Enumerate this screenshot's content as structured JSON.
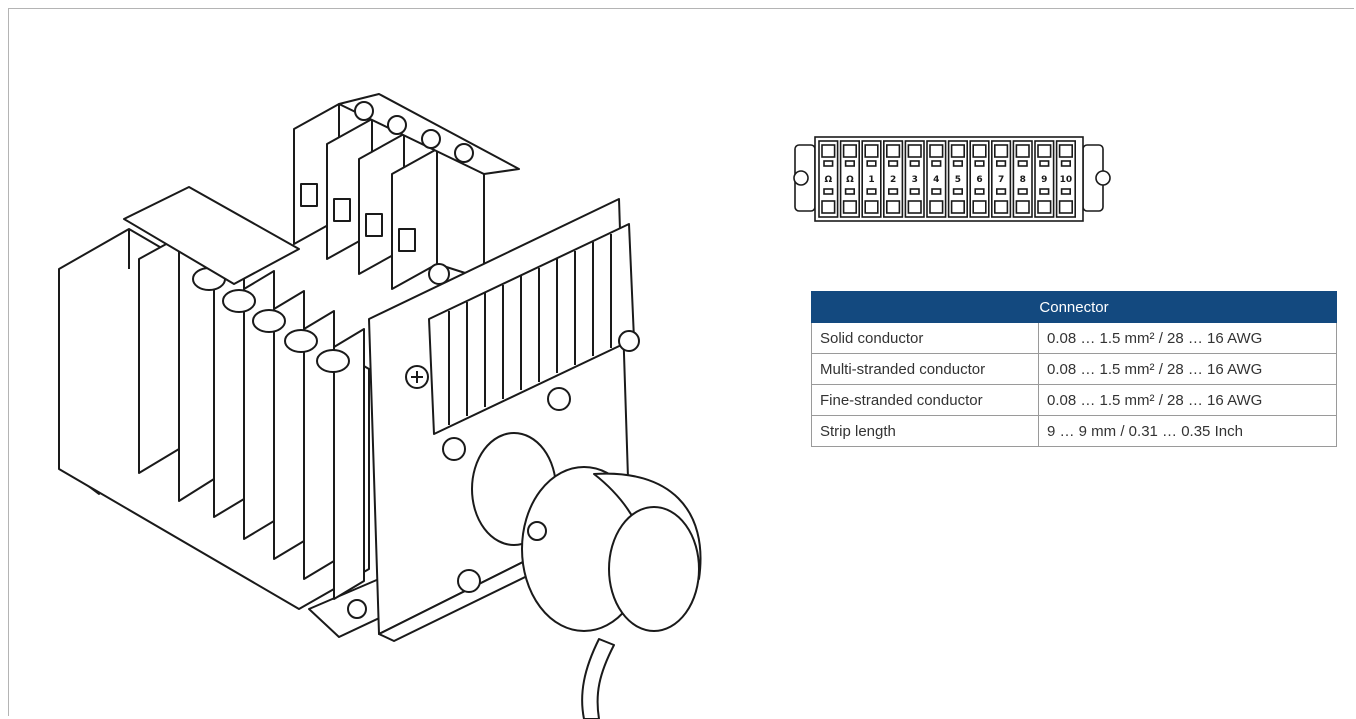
{
  "table": {
    "header": "Connector",
    "rows": [
      {
        "label": "Solid conductor",
        "value": "0.08 … 1.5 mm² / 28 … 16 AWG"
      },
      {
        "label": "Multi-stranded conductor",
        "value": "0.08 … 1.5 mm² / 28 … 16 AWG"
      },
      {
        "label": "Fine-stranded conductor",
        "value": "0.08 … 1.5 mm² / 28 … 16 AWG"
      },
      {
        "label": "Strip length",
        "value": "9 … 9 mm / 0.31 … 0.35 Inch"
      }
    ]
  },
  "connector": {
    "terminal_labels": [
      "Ω",
      "Ω",
      "1",
      "2",
      "3",
      "4",
      "5",
      "6",
      "7",
      "8",
      "9",
      "10"
    ]
  },
  "colors": {
    "header_bg": "#13497f",
    "header_text": "#ffffff",
    "border": "#9a9a9a",
    "line": "#1a1a1a"
  }
}
